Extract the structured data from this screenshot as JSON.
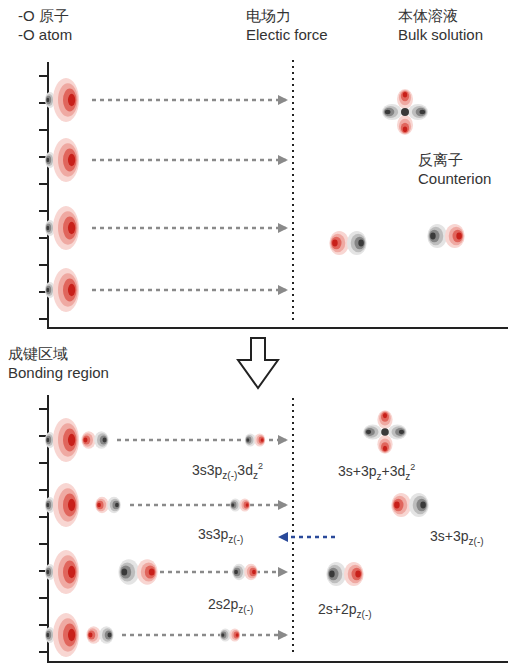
{
  "diagram": {
    "labels": [
      "-O 原子",
      "-O atom",
      "电场力",
      "Electic force",
      "本体溶液",
      "Bulk solution",
      "反离子",
      "Counterion",
      "成键区域",
      "Bonding region",
      "3s3p",
      "z(-)",
      "3d",
      "z",
      "2",
      "3s3p",
      "z(-)",
      "2s2p",
      "z(-)",
      "3s+3p",
      "z",
      "+3d",
      "z",
      "2",
      "3s+3p",
      "z(-)",
      "2s+2p",
      "z(-)"
    ]
  }
}
